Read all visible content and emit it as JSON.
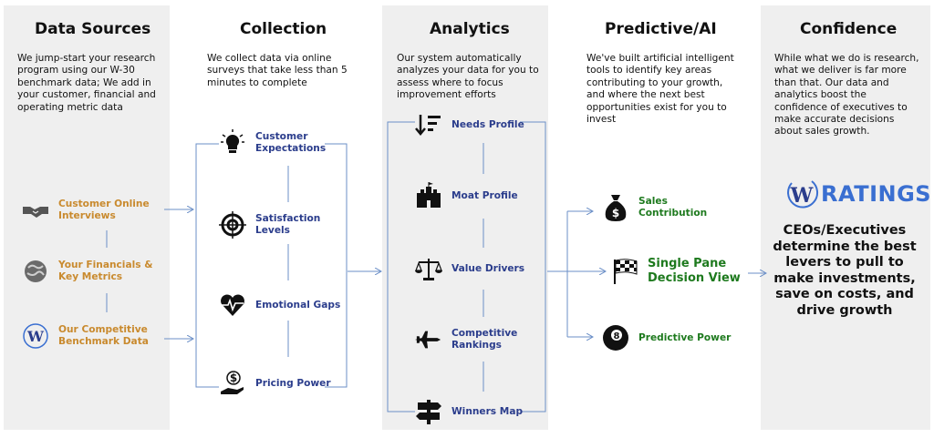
{
  "columns": [
    {
      "title": "Data Sources",
      "desc": "We jump-start your research program using our W-30 benchmark data; We add in your customer, financial and operating metric data"
    },
    {
      "title": "Collection",
      "desc": "We collect data via online surveys that take less than 5 minutes to complete"
    },
    {
      "title": "Analytics",
      "desc": "Our system automatically analyzes your data for you to assess where to focus improvement efforts"
    },
    {
      "title": "Predictive/AI",
      "desc": "We've built artificial intelligent tools to identify key areas contributing to your growth, and where the next best opportunities exist for you to invest"
    },
    {
      "title": "Confidence",
      "desc": "While what we do is research, what we deliver is far more than that. Our data and analytics boost the confidence of executives to make accurate decisions about sales growth."
    }
  ],
  "data_sources": [
    {
      "label": "Customer Online Interviews",
      "icon": "handshake-icon"
    },
    {
      "label": "Your Financials & Key Metrics",
      "icon": "globe-icon"
    },
    {
      "label": "Our Competitive Benchmark Data",
      "icon": "w-logo-icon"
    }
  ],
  "collection": [
    {
      "label": "Customer Expectations",
      "icon": "lightbulb-icon"
    },
    {
      "label": "Satisfaction Levels",
      "icon": "target-icon"
    },
    {
      "label": "Emotional Gaps",
      "icon": "heartbeat-icon"
    },
    {
      "label": "Pricing Power",
      "icon": "money-hand-icon"
    }
  ],
  "analytics": [
    {
      "label": "Needs Profile",
      "icon": "sort-down-icon"
    },
    {
      "label": "Moat Profile",
      "icon": "castle-icon"
    },
    {
      "label": "Value Drivers",
      "icon": "scales-icon"
    },
    {
      "label": "Competitive Rankings",
      "icon": "jet-icon"
    },
    {
      "label": "Winners Map",
      "icon": "signpost-icon"
    }
  ],
  "predictive": [
    {
      "label": "Sales Contribution",
      "icon": "money-bag-icon"
    },
    {
      "label": "Single Pane Decision View",
      "icon": "checkered-flag-icon"
    },
    {
      "label": "Predictive Power",
      "icon": "eight-ball-icon"
    }
  ],
  "confidence": {
    "logo_text": "RATINGS",
    "logo_mark": "W",
    "statement": "CEOs/Executives determine the best levers to pull to make investments, save on costs, and drive growth"
  },
  "colors": {
    "panel": "#efefef",
    "orange": "#c98a2e",
    "blue": "#2b3d8c",
    "green": "#1e7a1e",
    "line": "#6b8fc7"
  }
}
